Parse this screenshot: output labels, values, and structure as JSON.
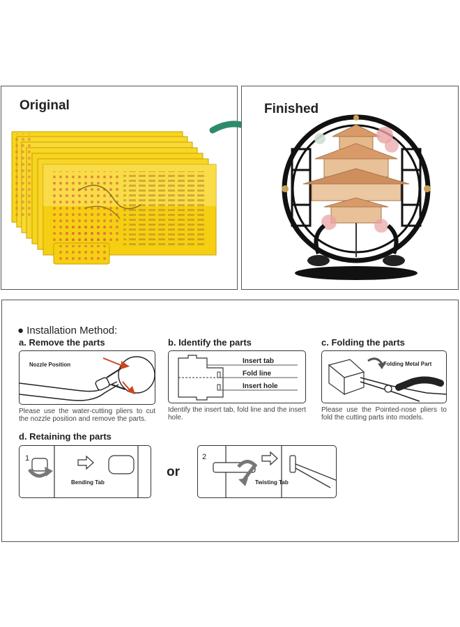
{
  "top": {
    "original_title": "Original",
    "finished_title": "Finished"
  },
  "install": {
    "heading": "Installation Method:",
    "step_a": {
      "title": "a. Remove the parts",
      "label": "Nozzle Position",
      "caption": "Please use the water-cutting pliers to cut the nozzle position and remove the parts."
    },
    "step_b": {
      "title": "b. Identify the parts",
      "labels": [
        "Insert tab",
        "Fold line",
        "Insert hole"
      ],
      "caption": "Identify the insert tab, fold line and the insert hole."
    },
    "step_c": {
      "title": "c. Folding the parts",
      "label": "Folding Metal Part",
      "caption": "Please use the Pointed-nose pliers to fold the cutting parts into models."
    },
    "step_d": {
      "title": "d. Retaining the parts",
      "option1": {
        "num": "1",
        "label": "Bending Tab"
      },
      "or": "or",
      "option2": {
        "num": "2",
        "label": "Twisting Tab"
      }
    }
  },
  "colors": {
    "sheet_yellow": "#f7d51e",
    "arrow_green": "#2e8b6a",
    "frame_black": "#111111",
    "gold": "#c9a253",
    "blossom": "#e9a3a3"
  },
  "icons": [
    "arrow-icon",
    "pliers-icon",
    "bend-arrow-icon",
    "twist-arrow-icon",
    "right-arrow-icon",
    "bullet-icon"
  ]
}
